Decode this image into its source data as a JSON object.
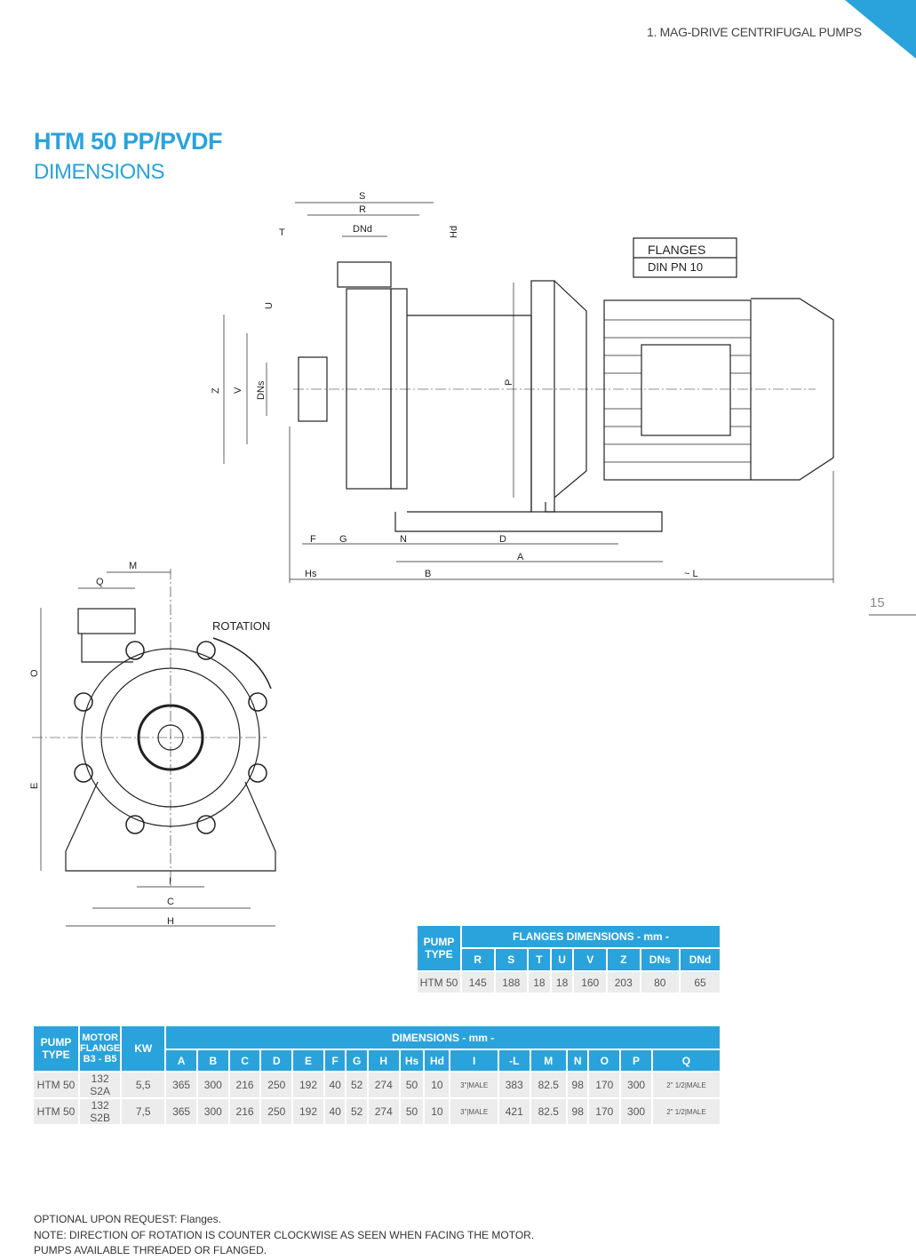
{
  "header": {
    "section": "1. MAG-DRIVE CENTRIFUGAL PUMPS",
    "title": "HTM 50 PP/PVDF",
    "subtitle": "DIMENSIONS",
    "page_number": "15"
  },
  "drawing": {
    "flanges_label": "FLANGES",
    "flanges_std": "DIN  PN  10",
    "rotation": "ROTATION",
    "labels": {
      "S": "S",
      "R": "R",
      "T": "T",
      "DNd": "DNd",
      "Hd": "Hd",
      "U": "U",
      "Z": "Z",
      "V": "V",
      "DNs": "DNs",
      "P": "P",
      "F": "F",
      "G": "G",
      "N": "N",
      "D": "D",
      "A": "A",
      "Hs": "Hs",
      "B": "B",
      "L": "~ L",
      "M": "M",
      "Q": "Q",
      "O": "O",
      "E": "E",
      "I": "I",
      "C": "C",
      "H": "H"
    }
  },
  "flange_table": {
    "pump_type_header": "PUMP TYPE",
    "group_header": "FLANGES DIMENSIONS - mm -",
    "columns": [
      "R",
      "S",
      "T",
      "U",
      "V",
      "Z",
      "DNs",
      "DNd"
    ],
    "rows": [
      {
        "type": "HTM 50",
        "values": [
          "145",
          "188",
          "18",
          "18",
          "160",
          "203",
          "80",
          "65"
        ]
      }
    ]
  },
  "dim_table": {
    "pump_type_header": "PUMP TYPE",
    "motor_header": "MOTOR FLANGE B3 - B5",
    "kw_header": "KW",
    "group_header": "DIMENSIONS - mm -",
    "columns": [
      "A",
      "B",
      "C",
      "D",
      "E",
      "F",
      "G",
      "H",
      "Hs",
      "Hd",
      "I",
      "-L",
      "M",
      "N",
      "O",
      "P",
      "Q"
    ],
    "rows": [
      {
        "type": "HTM 50",
        "motor": "132 S2A",
        "kw": "5,5",
        "values": [
          "365",
          "300",
          "216",
          "250",
          "192",
          "40",
          "52",
          "274",
          "50",
          "10",
          "3\"|MALE",
          "383",
          "82.5",
          "98",
          "170",
          "300",
          "2\" 1/2|MALE"
        ]
      },
      {
        "type": "HTM 50",
        "motor": "132 S2B",
        "kw": "7,5",
        "values": [
          "365",
          "300",
          "216",
          "250",
          "192",
          "40",
          "52",
          "274",
          "50",
          "10",
          "3\"|MALE",
          "421",
          "82.5",
          "98",
          "170",
          "300",
          "2\" 1/2|MALE"
        ]
      }
    ]
  },
  "notes": [
    "OPTIONAL UPON REQUEST: Flanges.",
    "NOTE: DIRECTION OF ROTATION IS COUNTER CLOCKWISE AS SEEN WHEN FACING THE MOTOR.",
    "PUMPS AVAILABLE THREADED OR FLANGED."
  ]
}
